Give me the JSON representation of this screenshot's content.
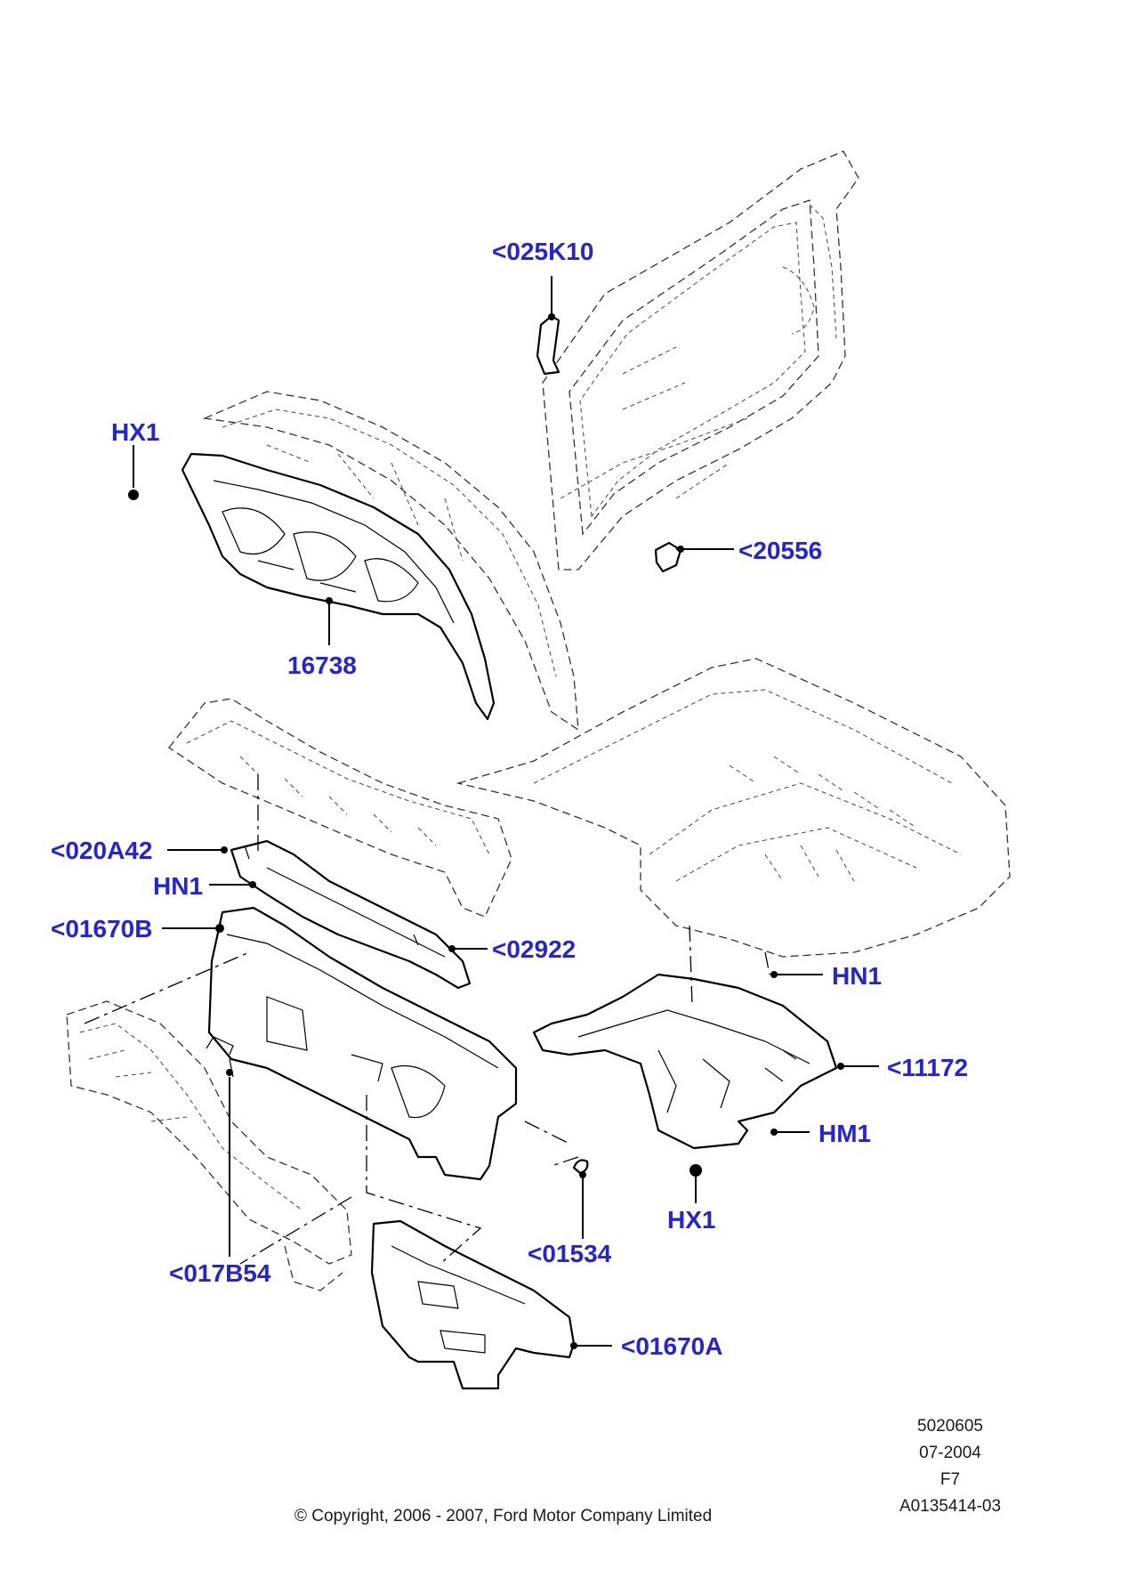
{
  "callouts": {
    "c_025k10": "<025K10",
    "c_hx1_top": "HX1",
    "c_20556": "<20556",
    "c_16738": "16738",
    "c_020a42": "<020A42",
    "c_hn1_left": "HN1",
    "c_01670b": "<01670B",
    "c_02922": "<02922",
    "c_hn1_right": "HN1",
    "c_11172": "<11172",
    "c_hm1": "HM1",
    "c_hx1_bottom": "HX1",
    "c_01534": "<01534",
    "c_017b54": "<017B54",
    "c_01670a": "<01670A"
  },
  "info_block": {
    "line1": "5020605",
    "line2": "07-2004",
    "line3": "F7",
    "line4": "A0135414-03"
  },
  "copyright": "© Copyright, 2006 - 2007, Ford Motor Company Limited",
  "colors": {
    "callout_text": "#2323d8",
    "line_art": "#000000",
    "background": "#ffffff"
  }
}
